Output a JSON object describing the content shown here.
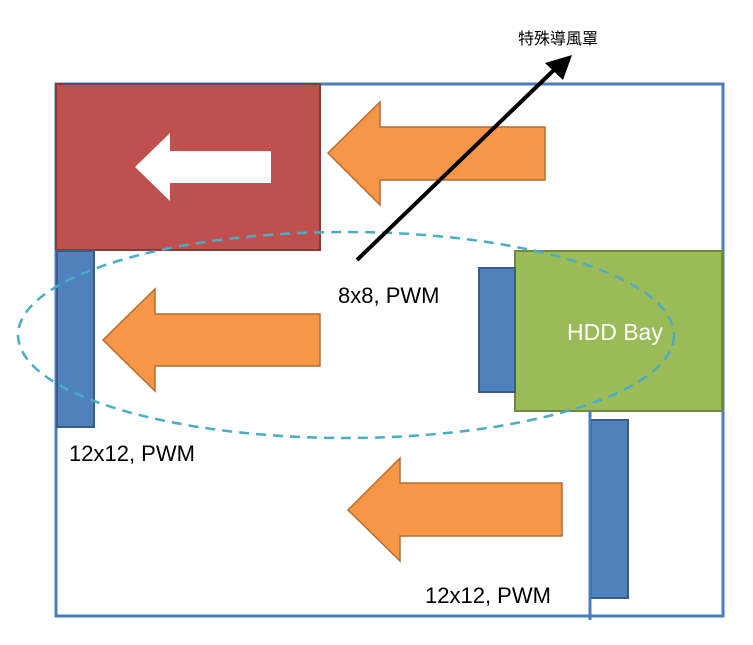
{
  "diagram": {
    "title_annotation": "特殊導風罩",
    "hdd_label": "HDD Bay",
    "fan_front_label": "8x8, PWM",
    "fan_rear_label": "12x12, PWM",
    "fan_bottom_label": "12x12, PWM"
  },
  "colors": {
    "case_outline": "#4a7ebb",
    "psu_fill": "#c0504d",
    "psu_stroke": "#8c3836",
    "hdd_fill": "#9bbb59",
    "hdd_stroke": "#71893f",
    "fan_fill": "#4f81bd",
    "fan_stroke": "#385d8a",
    "airflow_arrow_fill": "#f79646",
    "airflow_arrow_stroke": "#b66d31",
    "duct_ellipse": "#4bacc6",
    "annotation_arrow": "#000000"
  }
}
